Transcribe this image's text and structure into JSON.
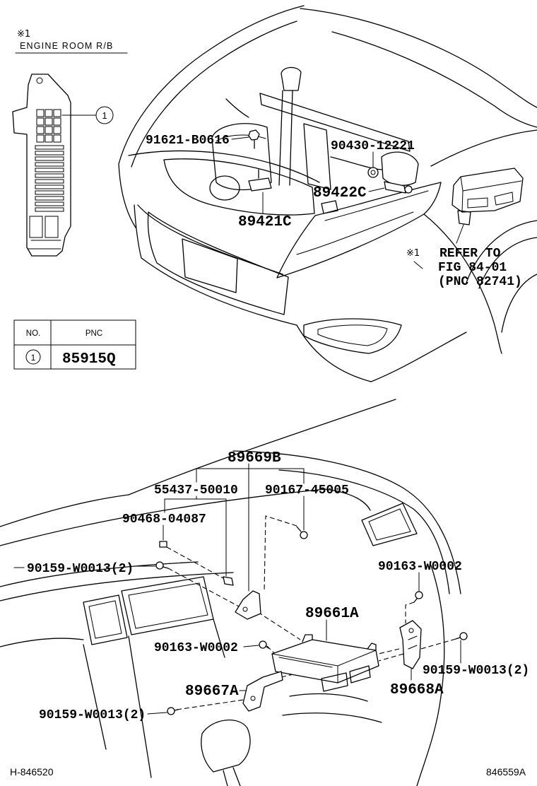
{
  "top_view": {
    "note_mark": "※1",
    "relay_box_title": "ENGINE ROOM R/B",
    "relay_box_callout": "1",
    "labels": {
      "bolt_91621": "91621-B0616",
      "clip_90430": "90430-12221",
      "sensor_89422c": "89422C",
      "bracket_89421c": "89421C"
    },
    "refer_note": {
      "mark": "※1",
      "line1": "REFER TO",
      "line2": "FIG 84-01",
      "line3": "(PNC 82741)"
    }
  },
  "pnc_table": {
    "headers": {
      "no": "NO.",
      "pnc": "PNC"
    },
    "rows": [
      {
        "no": "1",
        "pnc": "85915Q"
      }
    ]
  },
  "bottom_view": {
    "labels": {
      "bracket_89669b": "89669B",
      "clip_55437": "55437-50010",
      "bolt_90167": "90167-45005",
      "clip_90468": "90468-04087",
      "bolt_90159_left": "90159-W0013(2)",
      "bolt_90163_right": "90163-W0002",
      "ecu_89661a": "89661A",
      "bolt_90163_mid": "90163-W0002",
      "bolt_90159_right": "90159-W0013(2)",
      "bracket_89667a": "89667A",
      "bracket_89668a": "89668A",
      "bolt_90159_bottom": "90159-W0013(2)"
    }
  },
  "footer": {
    "figure_left": "H-846520",
    "figure_right": "846559A"
  }
}
